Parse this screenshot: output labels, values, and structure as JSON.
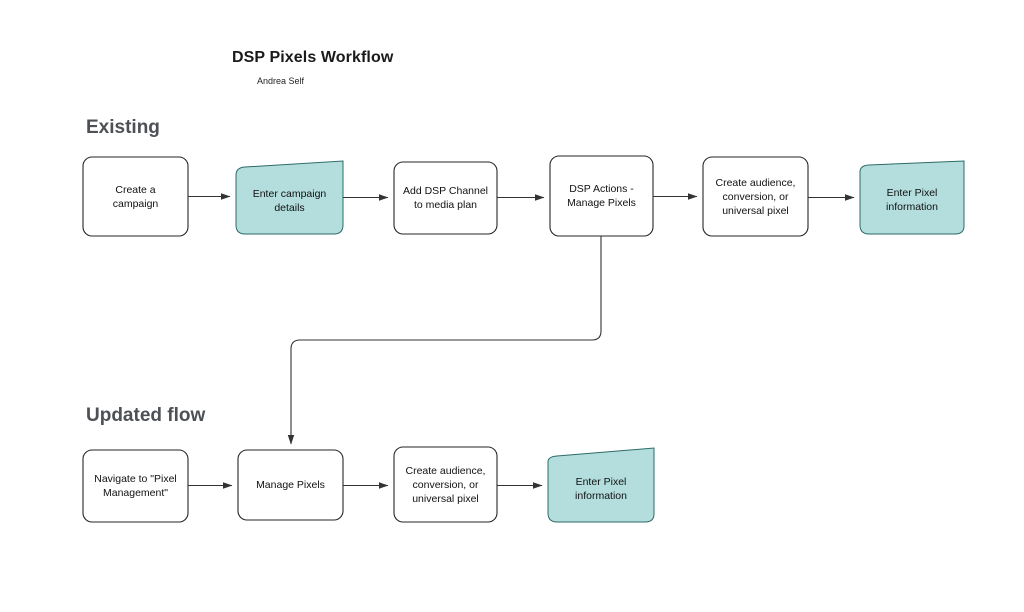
{
  "header": {
    "title": "DSP Pixels Workflow",
    "subtitle": "Andrea Self"
  },
  "sections": [
    {
      "id": "existing",
      "label": "Existing"
    },
    {
      "id": "updated",
      "label": "Updated flow"
    }
  ],
  "colors": {
    "accent_fill": "#b3dedd",
    "accent_stroke": "#2c6b68",
    "node_fill": "#ffffff",
    "node_stroke": "#262626",
    "connector": "#333333",
    "header_text": "#4d5156",
    "title_text": "#1a1a1a"
  },
  "flow": {
    "existing": {
      "nodes": [
        {
          "id": "create-a-campaign",
          "label": "Create a\ncampaign",
          "shape": "rounded-rect",
          "highlight": false
        },
        {
          "id": "enter-campaign-details",
          "label": "Enter campaign\ndetails",
          "shape": "slanted-card",
          "highlight": true
        },
        {
          "id": "add-dsp-channel-to-media-plan",
          "label": "Add DSP Channel\nto media plan",
          "shape": "rounded-rect",
          "highlight": false
        },
        {
          "id": "dsp-actions-manage-pixels",
          "label": "DSP Actions -\nManage Pixels",
          "shape": "rounded-rect",
          "highlight": false
        },
        {
          "id": "create-audience-conversion-or-universal-pixel",
          "label": "Create audience,\nconversion, or\nuniversal pixel",
          "shape": "rounded-rect",
          "highlight": false
        },
        {
          "id": "enter-pixel-information",
          "label": "Enter Pixel\ninformation",
          "shape": "slanted-card",
          "highlight": true
        }
      ]
    },
    "updated": {
      "nodes": [
        {
          "id": "navigate-to-pixel-management",
          "label": "Navigate to \"Pixel\nManagement\"",
          "shape": "rounded-rect",
          "highlight": false
        },
        {
          "id": "manage-pixels",
          "label": "Manage Pixels",
          "shape": "rounded-rect",
          "highlight": false
        },
        {
          "id": "create-audience-conversion-or-universal-pixel-2",
          "label": "Create audience,\nconversion, or\nuniversal pixel",
          "shape": "rounded-rect",
          "highlight": false
        },
        {
          "id": "enter-pixel-information-2",
          "label": "Enter Pixel\ninformation",
          "shape": "slanted-card",
          "highlight": true
        }
      ]
    },
    "connectors": [
      {
        "id": "create-campaign-to-enter-details",
        "from": "create-a-campaign",
        "to": "enter-campaign-details",
        "type": "horizontal-arrow"
      },
      {
        "id": "enter-details-to-add-channel",
        "from": "enter-campaign-details",
        "to": "add-dsp-channel-to-media-plan",
        "type": "horizontal-arrow"
      },
      {
        "id": "add-channel-to-dsp-actions",
        "from": "add-dsp-channel-to-media-plan",
        "to": "dsp-actions-manage-pixels",
        "type": "horizontal-arrow"
      },
      {
        "id": "dsp-actions-to-create-audience",
        "from": "dsp-actions-manage-pixels",
        "to": "create-audience-conversion-or-universal-pixel",
        "type": "horizontal-arrow"
      },
      {
        "id": "create-audience-to-enter-pixel",
        "from": "create-audience-conversion-or-universal-pixel",
        "to": "enter-pixel-information",
        "type": "horizontal-arrow"
      },
      {
        "id": "dsp-actions-to-manage-pixels",
        "from": "dsp-actions-manage-pixels",
        "to": "manage-pixels",
        "type": "elbow-down-arrow"
      },
      {
        "id": "navigate-to-manage-pixels",
        "from": "navigate-to-pixel-management",
        "to": "manage-pixels",
        "type": "horizontal-arrow"
      },
      {
        "id": "manage-pixels-to-create-audience",
        "from": "manage-pixels",
        "to": "create-audience-conversion-or-universal-pixel-2",
        "type": "horizontal-arrow"
      },
      {
        "id": "create-audience-to-enter-pixel-2",
        "from": "create-audience-conversion-or-universal-pixel-2",
        "to": "enter-pixel-information-2",
        "type": "horizontal-arrow"
      }
    ]
  }
}
